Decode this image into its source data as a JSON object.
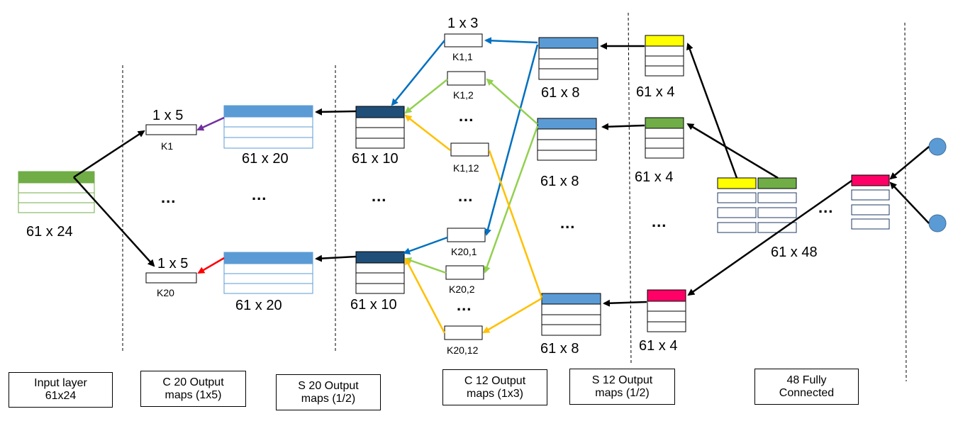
{
  "colors": {
    "green": "#70AD47",
    "light_blue": "#5B9BD5",
    "dark_blue": "#1F4E79",
    "yellow": "#FFFF00",
    "magenta": "#FF0066",
    "blue_arrow": "#0070C0",
    "lime_arrow": "#92D050",
    "orange_arrow": "#FFC000",
    "purple_arrow": "#7030A0",
    "red_arrow": "#FF0000"
  },
  "labels": {
    "input_size": "61 x 24",
    "kernel_c1_top_size": "1 x 5",
    "kernel_c1_top_name": "K1",
    "kernel_c1_bottom_size": "1 x 5",
    "kernel_c1_bottom_name": "K20",
    "c20_top_size": "61 x 20",
    "c20_bottom_size": "61 x 20",
    "s20_top_size": "61 x 10",
    "s20_bottom_size": "61 x 10",
    "c12_kernel_size": "1 x 3",
    "k1_1": "K1,1",
    "k1_2": "K1,2",
    "k1_12": "K1,12",
    "k20_1": "K20,1",
    "k20_2": "K20,2",
    "k20_12": "K20,12",
    "c12_map_1": "61 x 8",
    "c12_map_2": "61 x 8",
    "c12_map_3": "61 x 8",
    "s12_map_1": "61 x 4",
    "s12_map_2": "61 x 4",
    "s12_map_3": "61 x 4",
    "fc_size": "61 x 48",
    "ellipsis": "..."
  },
  "captions": [
    "Input layer\n61x24",
    "C 20 Output\nmaps (1x5)",
    "S 20 Output\nmaps (1/2)",
    "C 12 Output\nmaps (1x3)",
    "S 12 Output\nmaps (1/2)",
    "48 Fully\nConnected"
  ]
}
